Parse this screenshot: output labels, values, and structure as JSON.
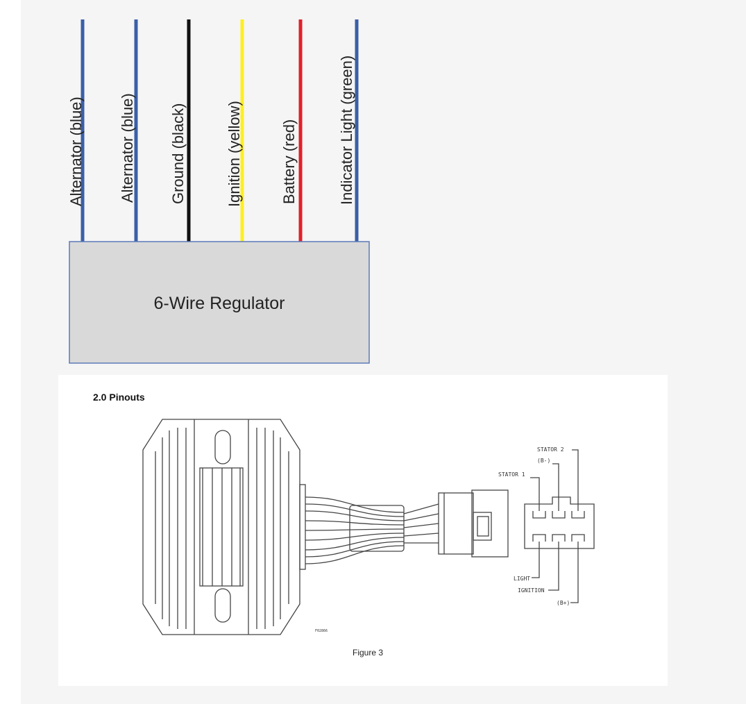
{
  "top_diagram": {
    "wires": [
      {
        "label": "Alternator (blue)",
        "color": "#3a5fa8"
      },
      {
        "label": "Alternator (blue)",
        "color": "#3a5fa8"
      },
      {
        "label": "Ground (black)",
        "color": "#111111"
      },
      {
        "label": "Ignition (yellow)",
        "color": "#ffee22"
      },
      {
        "label": "Battery (red)",
        "color": "#e0202a"
      },
      {
        "label": "Indicator Light (green)",
        "color": "#3a5fa8"
      }
    ],
    "regulator_label": "6-Wire Regulator",
    "regulator_fill": "#d9d9d9",
    "regulator_border": "#5b7ab8"
  },
  "pinout": {
    "title": "2.0 Pinouts",
    "stator_1": "STATOR 1",
    "stator_2": "STATOR 2",
    "b_minus": "(B-)",
    "light": "LIGHT",
    "ignition": "IGNITION",
    "b_plus": "(B+)",
    "ref_code": "F02866",
    "caption": "Figure 3"
  }
}
